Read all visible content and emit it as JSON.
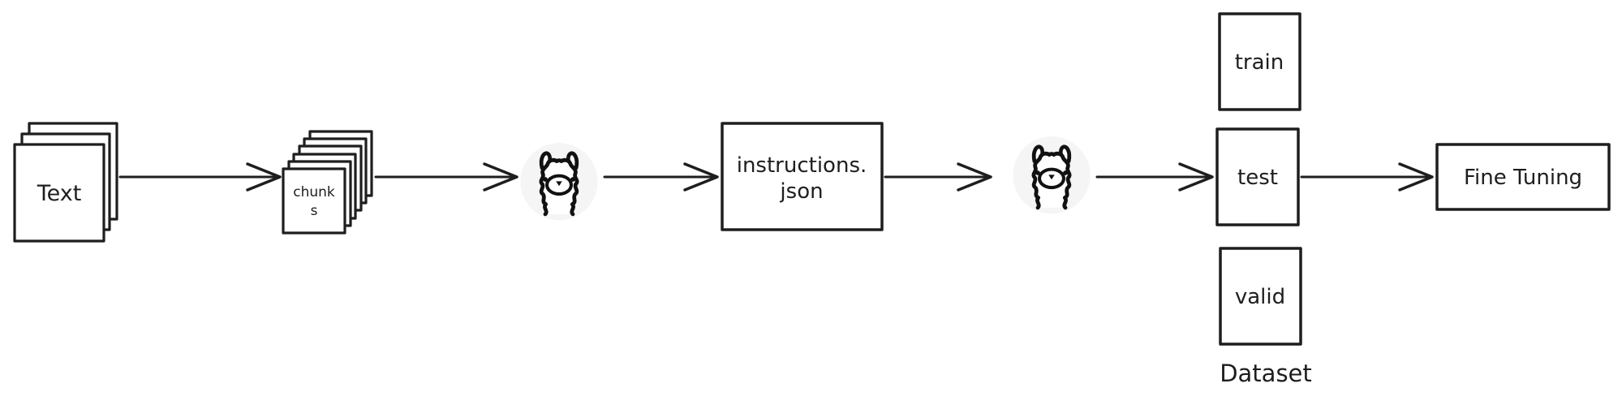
{
  "canvas": {
    "background": "#ffffff",
    "ink": "#1e1e1e",
    "style": "hand-drawn-diagram"
  },
  "nodes": {
    "text_stack": {
      "label": "Text",
      "pages": 3
    },
    "chunks_stack": {
      "full_label": "chunks",
      "label_line1": "chunk",
      "label_line2": "s",
      "pages": 6
    },
    "llama_left": {
      "icon": "llama-icon"
    },
    "instructions_box": {
      "full_label": "instructions.json",
      "label_line1": "instructions.",
      "label_line2": "json"
    },
    "llama_right": {
      "icon": "llama-icon"
    },
    "split_train": {
      "label": "train"
    },
    "split_test": {
      "label": "test"
    },
    "split_valid": {
      "label": "valid"
    },
    "dataset_caption": {
      "label": "Dataset"
    },
    "fine_tuning_box": {
      "label": "Fine Tuning"
    }
  },
  "edges": [
    {
      "from": "text_stack",
      "to": "chunks_stack"
    },
    {
      "from": "chunks_stack",
      "to": "llama_left"
    },
    {
      "from": "llama_left",
      "to": "instructions_box"
    },
    {
      "from": "instructions_box",
      "to": "llama_right"
    },
    {
      "from": "llama_right",
      "to": "split_test"
    },
    {
      "from": "split_test",
      "to": "fine_tuning_box"
    }
  ]
}
